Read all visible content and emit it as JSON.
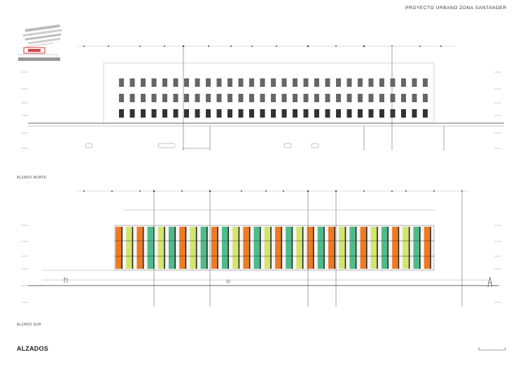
{
  "header": {
    "project_title": "PROYECTO URBANO ZONA SANTANDER"
  },
  "sheet": {
    "title": "ALZADOS"
  },
  "elevations": {
    "top_caption": "ALZADO NORTE",
    "bottom_caption": "ALZADO SUR"
  },
  "colors": {
    "orange": "#f07a21",
    "green": "#4dbb8a",
    "lime": "#d3e56b",
    "line": "#333333",
    "grid": "#888888"
  },
  "facade_panels": [
    "orange",
    "lime",
    "orange",
    "green",
    "lime",
    "green",
    "orange",
    "lime",
    "green",
    "orange",
    "green",
    "lime",
    "orange",
    "green",
    "lime",
    "orange",
    "green",
    "lime",
    "orange",
    "green",
    "orange",
    "lime",
    "green",
    "orange",
    "lime",
    "green",
    "orange",
    "lime",
    "green",
    "orange"
  ]
}
